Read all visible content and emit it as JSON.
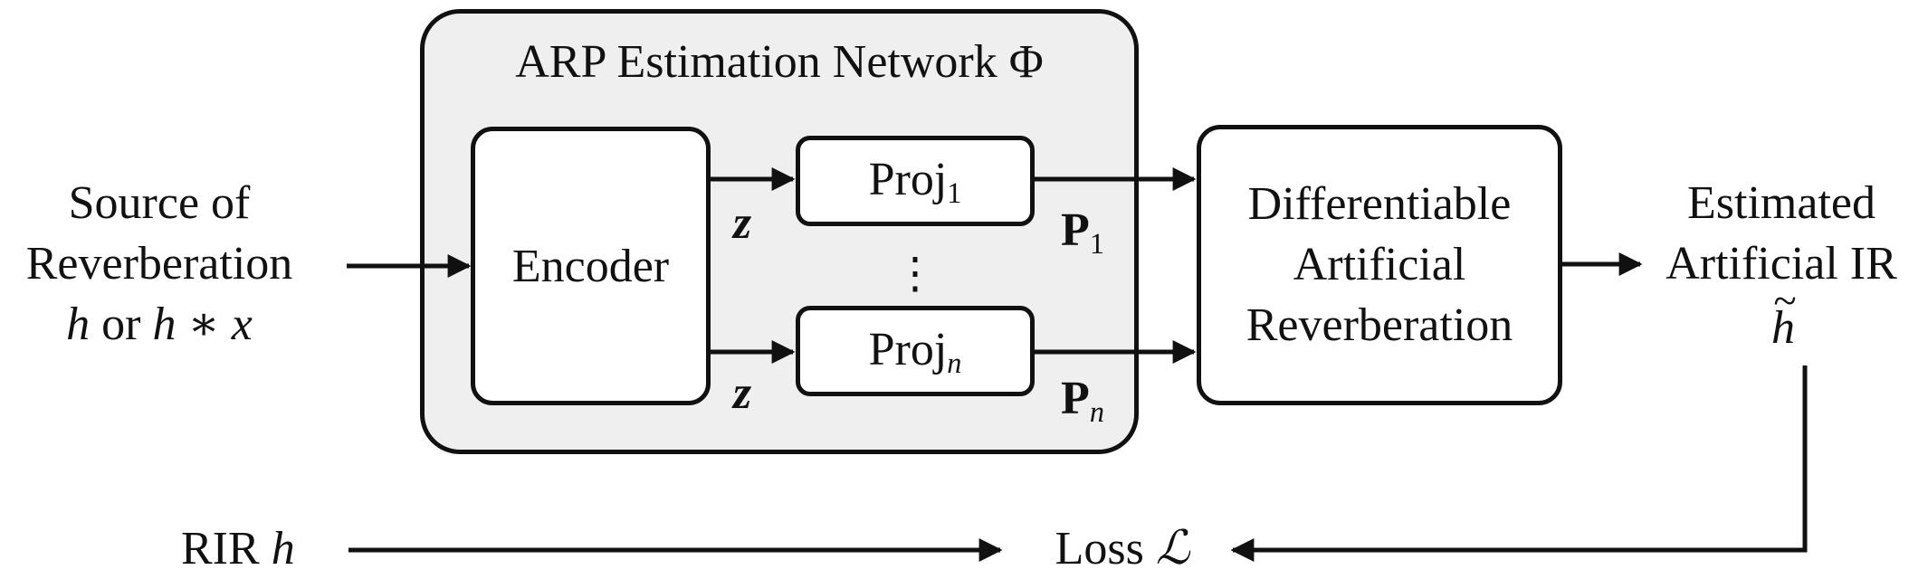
{
  "network": {
    "title_text": "ARP Estimation Network ",
    "title_symbol": "Φ"
  },
  "encoder": {
    "label": "Encoder"
  },
  "projections": [
    {
      "base": "Proj",
      "sub": "1"
    },
    {
      "base": "Proj",
      "sub": "n"
    }
  ],
  "ellipsis": "⋮",
  "latent": {
    "symbol": "z"
  },
  "params": [
    {
      "base": "P",
      "sub": "1"
    },
    {
      "base": "P",
      "sub": "n"
    }
  ],
  "reverb": {
    "lines": [
      "Differentiable",
      "Artificial",
      "Reverberation"
    ]
  },
  "source": {
    "lines": [
      "Source of",
      "Reverberation"
    ],
    "formula": {
      "h1": "h",
      "or": " or ",
      "h2": "h",
      "op": " ∗ ",
      "x": "x"
    }
  },
  "output": {
    "lines": [
      "Estimated",
      "Artificial IR"
    ],
    "symbol": "h",
    "tilde": "~"
  },
  "rir": {
    "text": "RIR ",
    "symbol": "h"
  },
  "loss": {
    "text": "Loss ",
    "symbol": "ℒ"
  },
  "colors": {
    "network_bg": "#efefef",
    "stroke": "#111111",
    "box_fill": "#ffffff"
  }
}
